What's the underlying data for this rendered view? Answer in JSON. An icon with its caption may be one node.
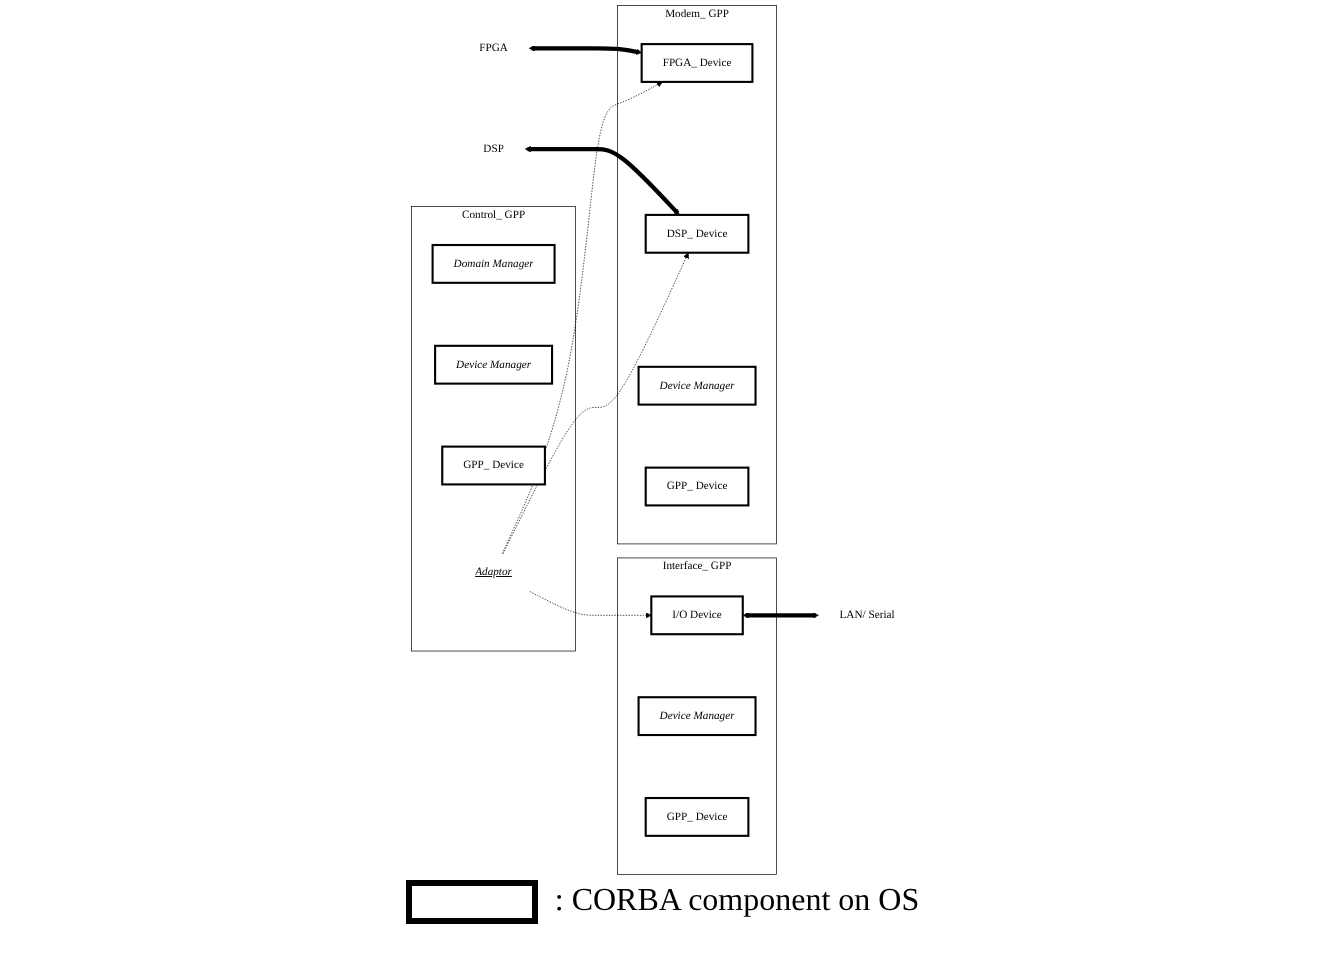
{
  "diagram": {
    "nodes": [
      {
        "text": [
          "Modem_ GPP"
        ]
      },
      {
        "text": [
          "FPGA_ Device"
        ],
        "in": 0
      },
      {
        "text": [
          "DSP_ Device"
        ],
        "in": 0
      },
      {
        "text": [
          "Device Manager"
        ],
        "in": 0
      },
      {
        "text": [
          "GPP_ Device"
        ],
        "in": 0
      },
      {
        "text": [
          "Control_ GPP"
        ]
      },
      {
        "text": [
          "Adaptor"
        ],
        "in": 5
      },
      {
        "text": [
          "Domain Manager"
        ],
        "in": 5
      },
      {
        "text": [
          "Device Manager"
        ],
        "in": 5
      },
      {
        "text": [
          "GPP_ Device"
        ],
        "in": 5
      },
      {
        "text": [
          "Interface_ GPP"
        ]
      },
      {
        "text": [
          "I/O Device"
        ],
        "in": 10
      },
      {
        "text": [
          "Device Manager"
        ],
        "in": 10
      },
      {
        "text": [
          "GPP_ Device"
        ],
        "in": 10
      },
      {
        "text": [
          "FPGA"
        ]
      },
      {
        "text": [
          "DSP"
        ]
      },
      {
        "text": [
          "LAN/ Serial"
        ]
      }
    ],
    "edges": [
      {
        "from": 14,
        "to": 1,
        "arrow": "both",
        "style": "thick"
      },
      {
        "from": 15,
        "to": 2,
        "arrow": "both",
        "style": "thick"
      },
      {
        "from": 11,
        "to": 16,
        "arrow": "both",
        "style": "thick"
      },
      {
        "from": 6,
        "to": 1,
        "arrow": "to",
        "style": "dashed"
      },
      {
        "from": 6,
        "to": 2,
        "arrow": "to",
        "style": "dashed"
      },
      {
        "from": 6,
        "to": 11,
        "arrow": "to",
        "style": "dashed"
      }
    ],
    "legend": [
      {
        "text": ": CORBA component on OS"
      }
    ]
  }
}
